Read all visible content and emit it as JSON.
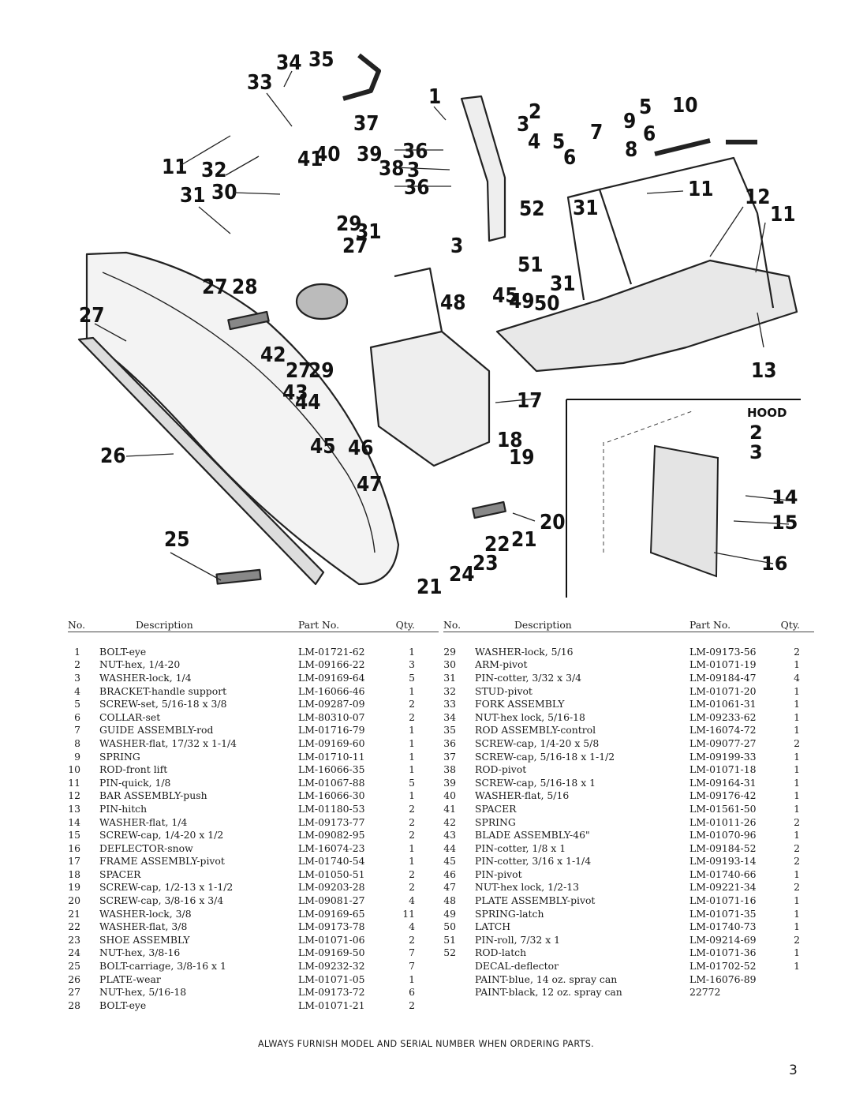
{
  "diagram": {
    "callouts": [
      "34",
      "35",
      "33",
      "1",
      "2",
      "3",
      "5",
      "10",
      "9",
      "6",
      "7",
      "8",
      "37",
      "4",
      "5",
      "6",
      "11",
      "32",
      "41",
      "40",
      "39",
      "36",
      "38",
      "3",
      "36",
      "11",
      "12",
      "11",
      "31",
      "30",
      "29",
      "31",
      "27",
      "52",
      "3",
      "31",
      "51",
      "31",
      "27",
      "28",
      "48",
      "45",
      "49",
      "50",
      "27",
      "42",
      "27",
      "29",
      "43",
      "44",
      "17",
      "13",
      "26",
      "18",
      "19",
      "45",
      "46",
      "47",
      "20",
      "21",
      "22",
      "25",
      "23",
      "24",
      "21"
    ],
    "inset": {
      "hood_label": "HOOD",
      "callouts": [
        "2",
        "3",
        "14",
        "15",
        "16"
      ]
    }
  },
  "parts_table": {
    "headers": {
      "no": "No.",
      "description": "Description",
      "part_no": "Part No.",
      "qty": "Qty."
    },
    "left": [
      {
        "no": "1",
        "description": "BOLT-eye",
        "part_no": "LM-01721-62",
        "qty": "1"
      },
      {
        "no": "2",
        "description": "NUT-hex, 1/4-20",
        "part_no": "LM-09166-22",
        "qty": "3"
      },
      {
        "no": "3",
        "description": "WASHER-lock, 1/4",
        "part_no": "LM-09169-64",
        "qty": "5"
      },
      {
        "no": "4",
        "description": "BRACKET-handle support",
        "part_no": "LM-16066-46",
        "qty": "1"
      },
      {
        "no": "5",
        "description": "SCREW-set, 5/16-18 x 3/8",
        "part_no": "LM-09287-09",
        "qty": "2"
      },
      {
        "no": "6",
        "description": "COLLAR-set",
        "part_no": "LM-80310-07",
        "qty": "2"
      },
      {
        "no": "7",
        "description": "GUIDE ASSEMBLY-rod",
        "part_no": "LM-01716-79",
        "qty": "1"
      },
      {
        "no": "8",
        "description": "WASHER-flat, 17/32 x 1-1/4",
        "part_no": "LM-09169-60",
        "qty": "1"
      },
      {
        "no": "9",
        "description": "SPRING",
        "part_no": "LM-01710-11",
        "qty": "1"
      },
      {
        "no": "10",
        "description": "ROD-front lift",
        "part_no": "LM-16066-35",
        "qty": "1"
      },
      {
        "no": "11",
        "description": "PIN-quick, 1/8",
        "part_no": "LM-01067-88",
        "qty": "5"
      },
      {
        "no": "12",
        "description": "BAR ASSEMBLY-push",
        "part_no": "LM-16066-30",
        "qty": "1"
      },
      {
        "no": "13",
        "description": "PIN-hitch",
        "part_no": "LM-01180-53",
        "qty": "2"
      },
      {
        "no": "14",
        "description": "WASHER-flat, 1/4",
        "part_no": "LM-09173-77",
        "qty": "2"
      },
      {
        "no": "15",
        "description": "SCREW-cap, 1/4-20 x 1/2",
        "part_no": "LM-09082-95",
        "qty": "2"
      },
      {
        "no": "16",
        "description": "DEFLECTOR-snow",
        "part_no": "LM-16074-23",
        "qty": "1"
      },
      {
        "no": "17",
        "description": "FRAME ASSEMBLY-pivot",
        "part_no": "LM-01740-54",
        "qty": "1"
      },
      {
        "no": "18",
        "description": "SPACER",
        "part_no": "LM-01050-51",
        "qty": "2"
      },
      {
        "no": "19",
        "description": "SCREW-cap, 1/2-13 x 1-1/2",
        "part_no": "LM-09203-28",
        "qty": "2"
      },
      {
        "no": "20",
        "description": "SCREW-cap, 3/8-16 x 3/4",
        "part_no": "LM-09081-27",
        "qty": "4"
      },
      {
        "no": "21",
        "description": "WASHER-lock, 3/8",
        "part_no": "LM-09169-65",
        "qty": "11"
      },
      {
        "no": "22",
        "description": "WASHER-flat, 3/8",
        "part_no": "LM-09173-78",
        "qty": "4"
      },
      {
        "no": "23",
        "description": "SHOE ASSEMBLY",
        "part_no": "LM-01071-06",
        "qty": "2"
      },
      {
        "no": "24",
        "description": "NUT-hex, 3/8-16",
        "part_no": "LM-09169-50",
        "qty": "7"
      },
      {
        "no": "25",
        "description": "BOLT-carriage, 3/8-16 x 1",
        "part_no": "LM-09232-32",
        "qty": "7"
      },
      {
        "no": "26",
        "description": "PLATE-wear",
        "part_no": "LM-01071-05",
        "qty": "1"
      },
      {
        "no": "27",
        "description": "NUT-hex, 5/16-18",
        "part_no": "LM-09173-72",
        "qty": "6"
      },
      {
        "no": "28",
        "description": "BOLT-eye",
        "part_no": "LM-01071-21",
        "qty": "2"
      }
    ],
    "right": [
      {
        "no": "29",
        "description": "WASHER-lock, 5/16",
        "part_no": "LM-09173-56",
        "qty": "2"
      },
      {
        "no": "30",
        "description": "ARM-pivot",
        "part_no": "LM-01071-19",
        "qty": "1"
      },
      {
        "no": "31",
        "description": "PIN-cotter, 3/32 x 3/4",
        "part_no": "LM-09184-47",
        "qty": "4"
      },
      {
        "no": "32",
        "description": "STUD-pivot",
        "part_no": "LM-01071-20",
        "qty": "1"
      },
      {
        "no": "33",
        "description": "FORK ASSEMBLY",
        "part_no": "LM-01061-31",
        "qty": "1"
      },
      {
        "no": "34",
        "description": "NUT-hex lock, 5/16-18",
        "part_no": "LM-09233-62",
        "qty": "1"
      },
      {
        "no": "35",
        "description": "ROD ASSEMBLY-control",
        "part_no": "LM-16074-72",
        "qty": "1"
      },
      {
        "no": "36",
        "description": "SCREW-cap, 1/4-20 x 5/8",
        "part_no": "LM-09077-27",
        "qty": "2"
      },
      {
        "no": "37",
        "description": "SCREW-cap, 5/16-18 x 1-1/2",
        "part_no": "LM-09199-33",
        "qty": "1"
      },
      {
        "no": "38",
        "description": "ROD-pivot",
        "part_no": "LM-01071-18",
        "qty": "1"
      },
      {
        "no": "39",
        "description": "SCREW-cap, 5/16-18 x 1",
        "part_no": "LM-09164-31",
        "qty": "1"
      },
      {
        "no": "40",
        "description": "WASHER-flat, 5/16",
        "part_no": "LM-09176-42",
        "qty": "1"
      },
      {
        "no": "41",
        "description": "SPACER",
        "part_no": "LM-01561-50",
        "qty": "1"
      },
      {
        "no": "42",
        "description": "SPRING",
        "part_no": "LM-01011-26",
        "qty": "2"
      },
      {
        "no": "43",
        "description": "BLADE ASSEMBLY-46\"",
        "part_no": "LM-01070-96",
        "qty": "1"
      },
      {
        "no": "44",
        "description": "PIN-cotter, 1/8 x 1",
        "part_no": "LM-09184-52",
        "qty": "2"
      },
      {
        "no": "45",
        "description": "PIN-cotter, 3/16 x 1-1/4",
        "part_no": "LM-09193-14",
        "qty": "2"
      },
      {
        "no": "46",
        "description": "PIN-pivot",
        "part_no": "LM-01740-66",
        "qty": "1"
      },
      {
        "no": "47",
        "description": "NUT-hex lock, 1/2-13",
        "part_no": "LM-09221-34",
        "qty": "2"
      },
      {
        "no": "48",
        "description": "PLATE ASSEMBLY-pivot",
        "part_no": "LM-01071-16",
        "qty": "1"
      },
      {
        "no": "49",
        "description": "SPRING-latch",
        "part_no": "LM-01071-35",
        "qty": "1"
      },
      {
        "no": "50",
        "description": "LATCH",
        "part_no": "LM-01740-73",
        "qty": "1"
      },
      {
        "no": "51",
        "description": "PIN-roll, 7/32 x 1",
        "part_no": "LM-09214-69",
        "qty": "2"
      },
      {
        "no": "52",
        "description": "ROD-latch",
        "part_no": "LM-01071-36",
        "qty": "1"
      },
      {
        "no": "",
        "description": "DECAL-deflector",
        "part_no": "LM-01702-52",
        "qty": "1"
      },
      {
        "no": "",
        "description": "PAINT-blue, 14 oz. spray can",
        "part_no": "LM-16076-89",
        "qty": ""
      },
      {
        "no": "",
        "description": "PAINT-black, 12 oz. spray can",
        "part_no": "22772",
        "qty": ""
      }
    ]
  },
  "footer_note": "ALWAYS FURNISH MODEL AND SERIAL NUMBER WHEN ORDERING PARTS.",
  "page_number": "3"
}
